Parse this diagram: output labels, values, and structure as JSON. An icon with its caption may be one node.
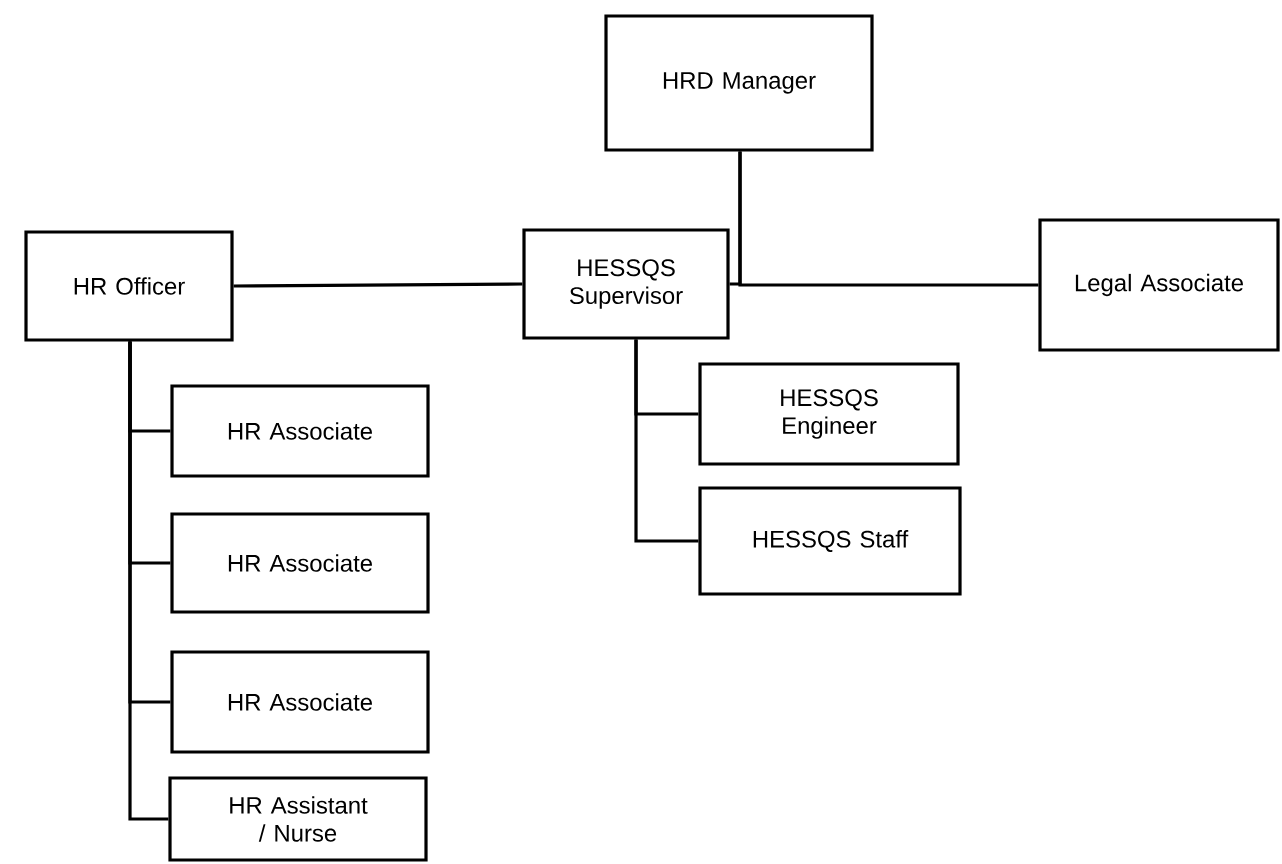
{
  "diagram": {
    "nodes": [
      {
        "text": [
          "HRD Manager"
        ]
      },
      {
        "text": [
          "HR Officer"
        ]
      },
      {
        "text": [
          "HESSQS Supervisor"
        ]
      },
      {
        "text": [
          "Legal Associate"
        ]
      },
      {
        "text": [
          "HESSQS Engineer"
        ]
      },
      {
        "text": [
          "HESSQS Staff"
        ]
      },
      {
        "text": [
          "HR Associate"
        ]
      },
      {
        "text": [
          "HR Associate"
        ]
      },
      {
        "text": [
          "HR Associate"
        ]
      },
      {
        "text": [
          "HR Assistant / Nurse"
        ]
      }
    ],
    "edges": [
      {
        "from": 0,
        "to": 2,
        "arrow": "none"
      },
      {
        "from": 0,
        "to": 3,
        "arrow": "none"
      },
      {
        "from": 2,
        "to": 1,
        "arrow": "none"
      },
      {
        "from": 2,
        "to": 4,
        "arrow": "none"
      },
      {
        "from": 2,
        "to": 5,
        "arrow": "none"
      },
      {
        "from": 1,
        "to": 6,
        "arrow": "none"
      },
      {
        "from": 1,
        "to": 7,
        "arrow": "none"
      },
      {
        "from": 1,
        "to": 8,
        "arrow": "none"
      },
      {
        "from": 1,
        "to": 9,
        "arrow": "none"
      }
    ]
  }
}
